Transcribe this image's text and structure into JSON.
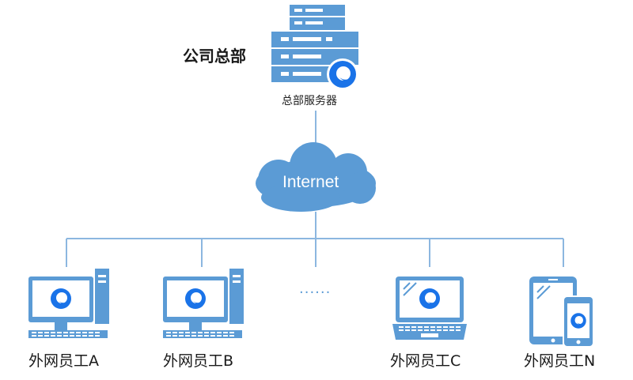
{
  "headquarters": {
    "title": "公司总部",
    "server_label": "总部服务器"
  },
  "network": {
    "cloud_label": "Internet",
    "ellipsis": "......"
  },
  "devices": [
    {
      "label": "外网员工A",
      "type": "desktop"
    },
    {
      "label": "外网员工B",
      "type": "desktop"
    },
    {
      "label": "外网员工C",
      "type": "laptop"
    },
    {
      "label": "外网员工N",
      "type": "tablet-phone"
    }
  ],
  "colors": {
    "primary_blue": "#5b9bd5",
    "line_blue": "#8cb7e0",
    "dark_blue": "#2e75b6",
    "logo_blue": "#1a73e8"
  }
}
